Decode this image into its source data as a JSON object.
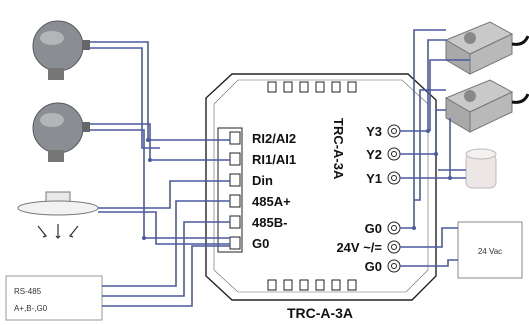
{
  "device": {
    "model_vertical": "TRC-A-3A",
    "model_bottom": "TRC-A-3A"
  },
  "left_terminals": [
    "RI2/AI2",
    "RI1/AI1",
    "Din",
    "485A+",
    "485B-",
    "G0"
  ],
  "right_terminals": [
    "Y3",
    "Y2",
    "Y1",
    "G0",
    "24V ~/=",
    "G0"
  ],
  "power_supply": {
    "label": "24 Vac"
  },
  "rs485_box": {
    "line1": "RS-485",
    "line2": "A+,B-,G0"
  },
  "colors": {
    "wire": "#4a5aa0",
    "wire_dark": "#2b2f5a",
    "device": "#ffffff",
    "sensor": "#8a8e92"
  },
  "icons": {
    "sensor_top": "temperature-sensor-icon",
    "sensor_middle": "temperature-sensor-icon",
    "sensor_bottom": "ceiling-diffuser-sensor-icon",
    "actuator_top": "damper-actuator-icon",
    "actuator_middle": "damper-actuator-icon",
    "actuator_bottom": "thermal-valve-actuator-icon"
  }
}
